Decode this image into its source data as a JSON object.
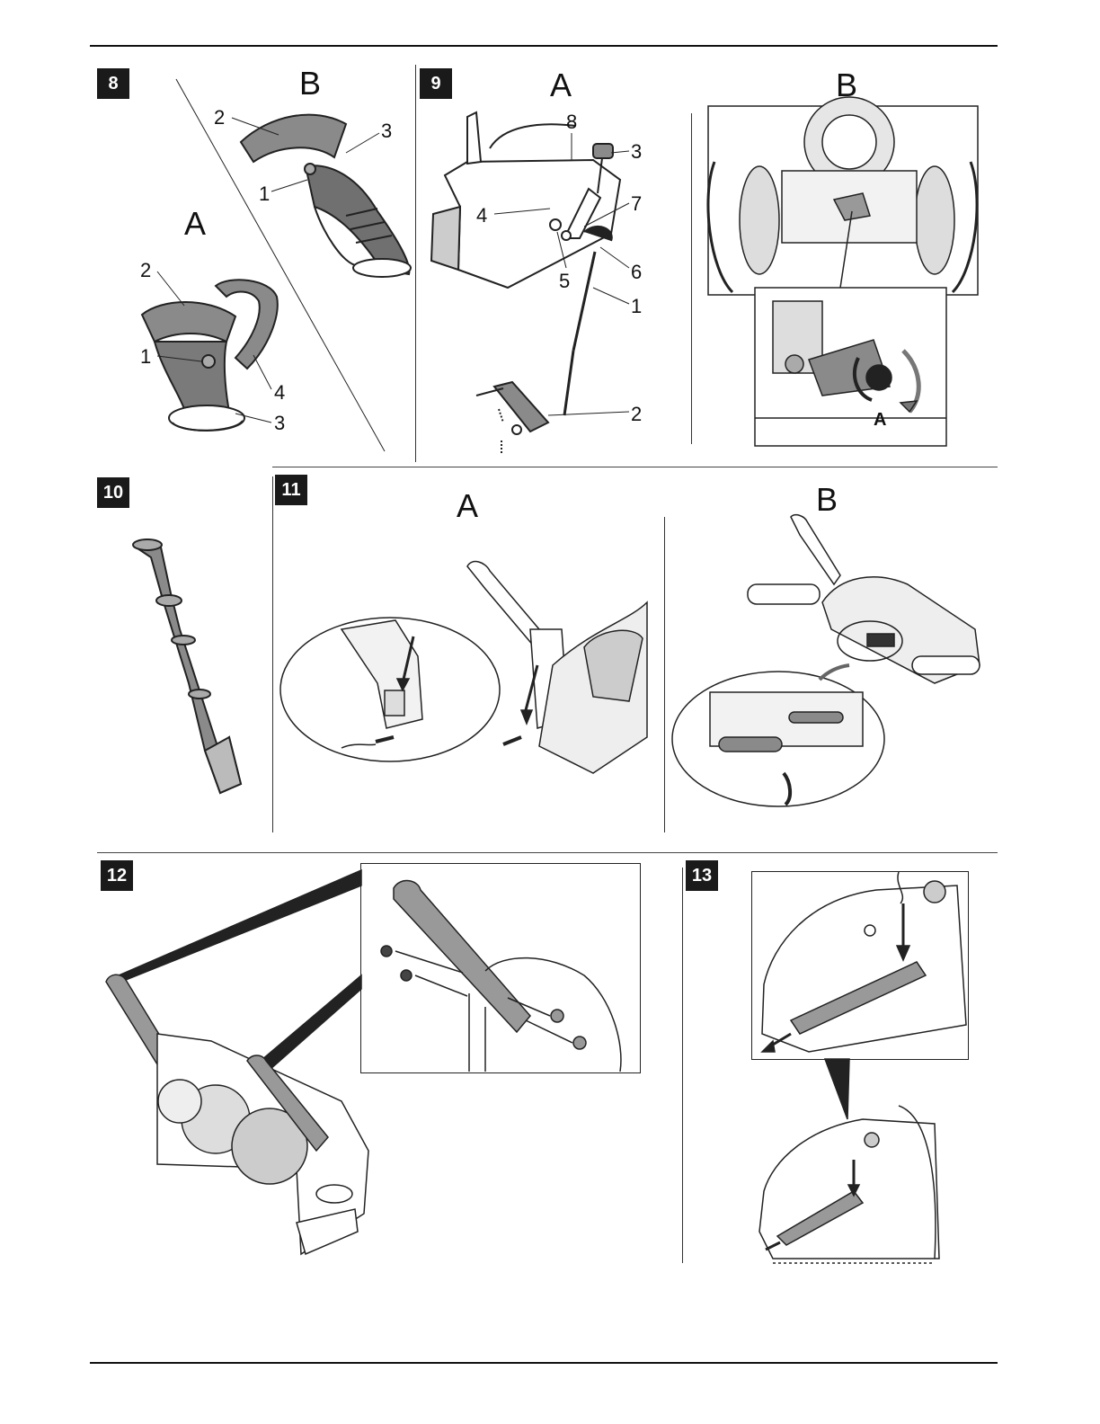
{
  "figures": [
    {
      "number": "8",
      "labels": {
        "A": "A",
        "B": "B"
      },
      "callouts_A": [
        "2",
        "1",
        "4",
        "3"
      ],
      "callouts_B": [
        "2",
        "3",
        "1"
      ]
    },
    {
      "number": "9",
      "labels": {
        "A": "A",
        "B": "B"
      },
      "callouts_A": [
        "8",
        "3",
        "4",
        "7",
        "5",
        "6",
        "1",
        "2"
      ],
      "callout_B": "A"
    },
    {
      "number": "10"
    },
    {
      "number": "11",
      "labels": {
        "A": "A",
        "B": "B"
      }
    },
    {
      "number": "12"
    },
    {
      "number": "13"
    }
  ],
  "colors": {
    "ink": "#111111",
    "part_fill": "#8a8a8a",
    "part_dark": "#5a5a5a",
    "badge": "#1a1a1a"
  }
}
